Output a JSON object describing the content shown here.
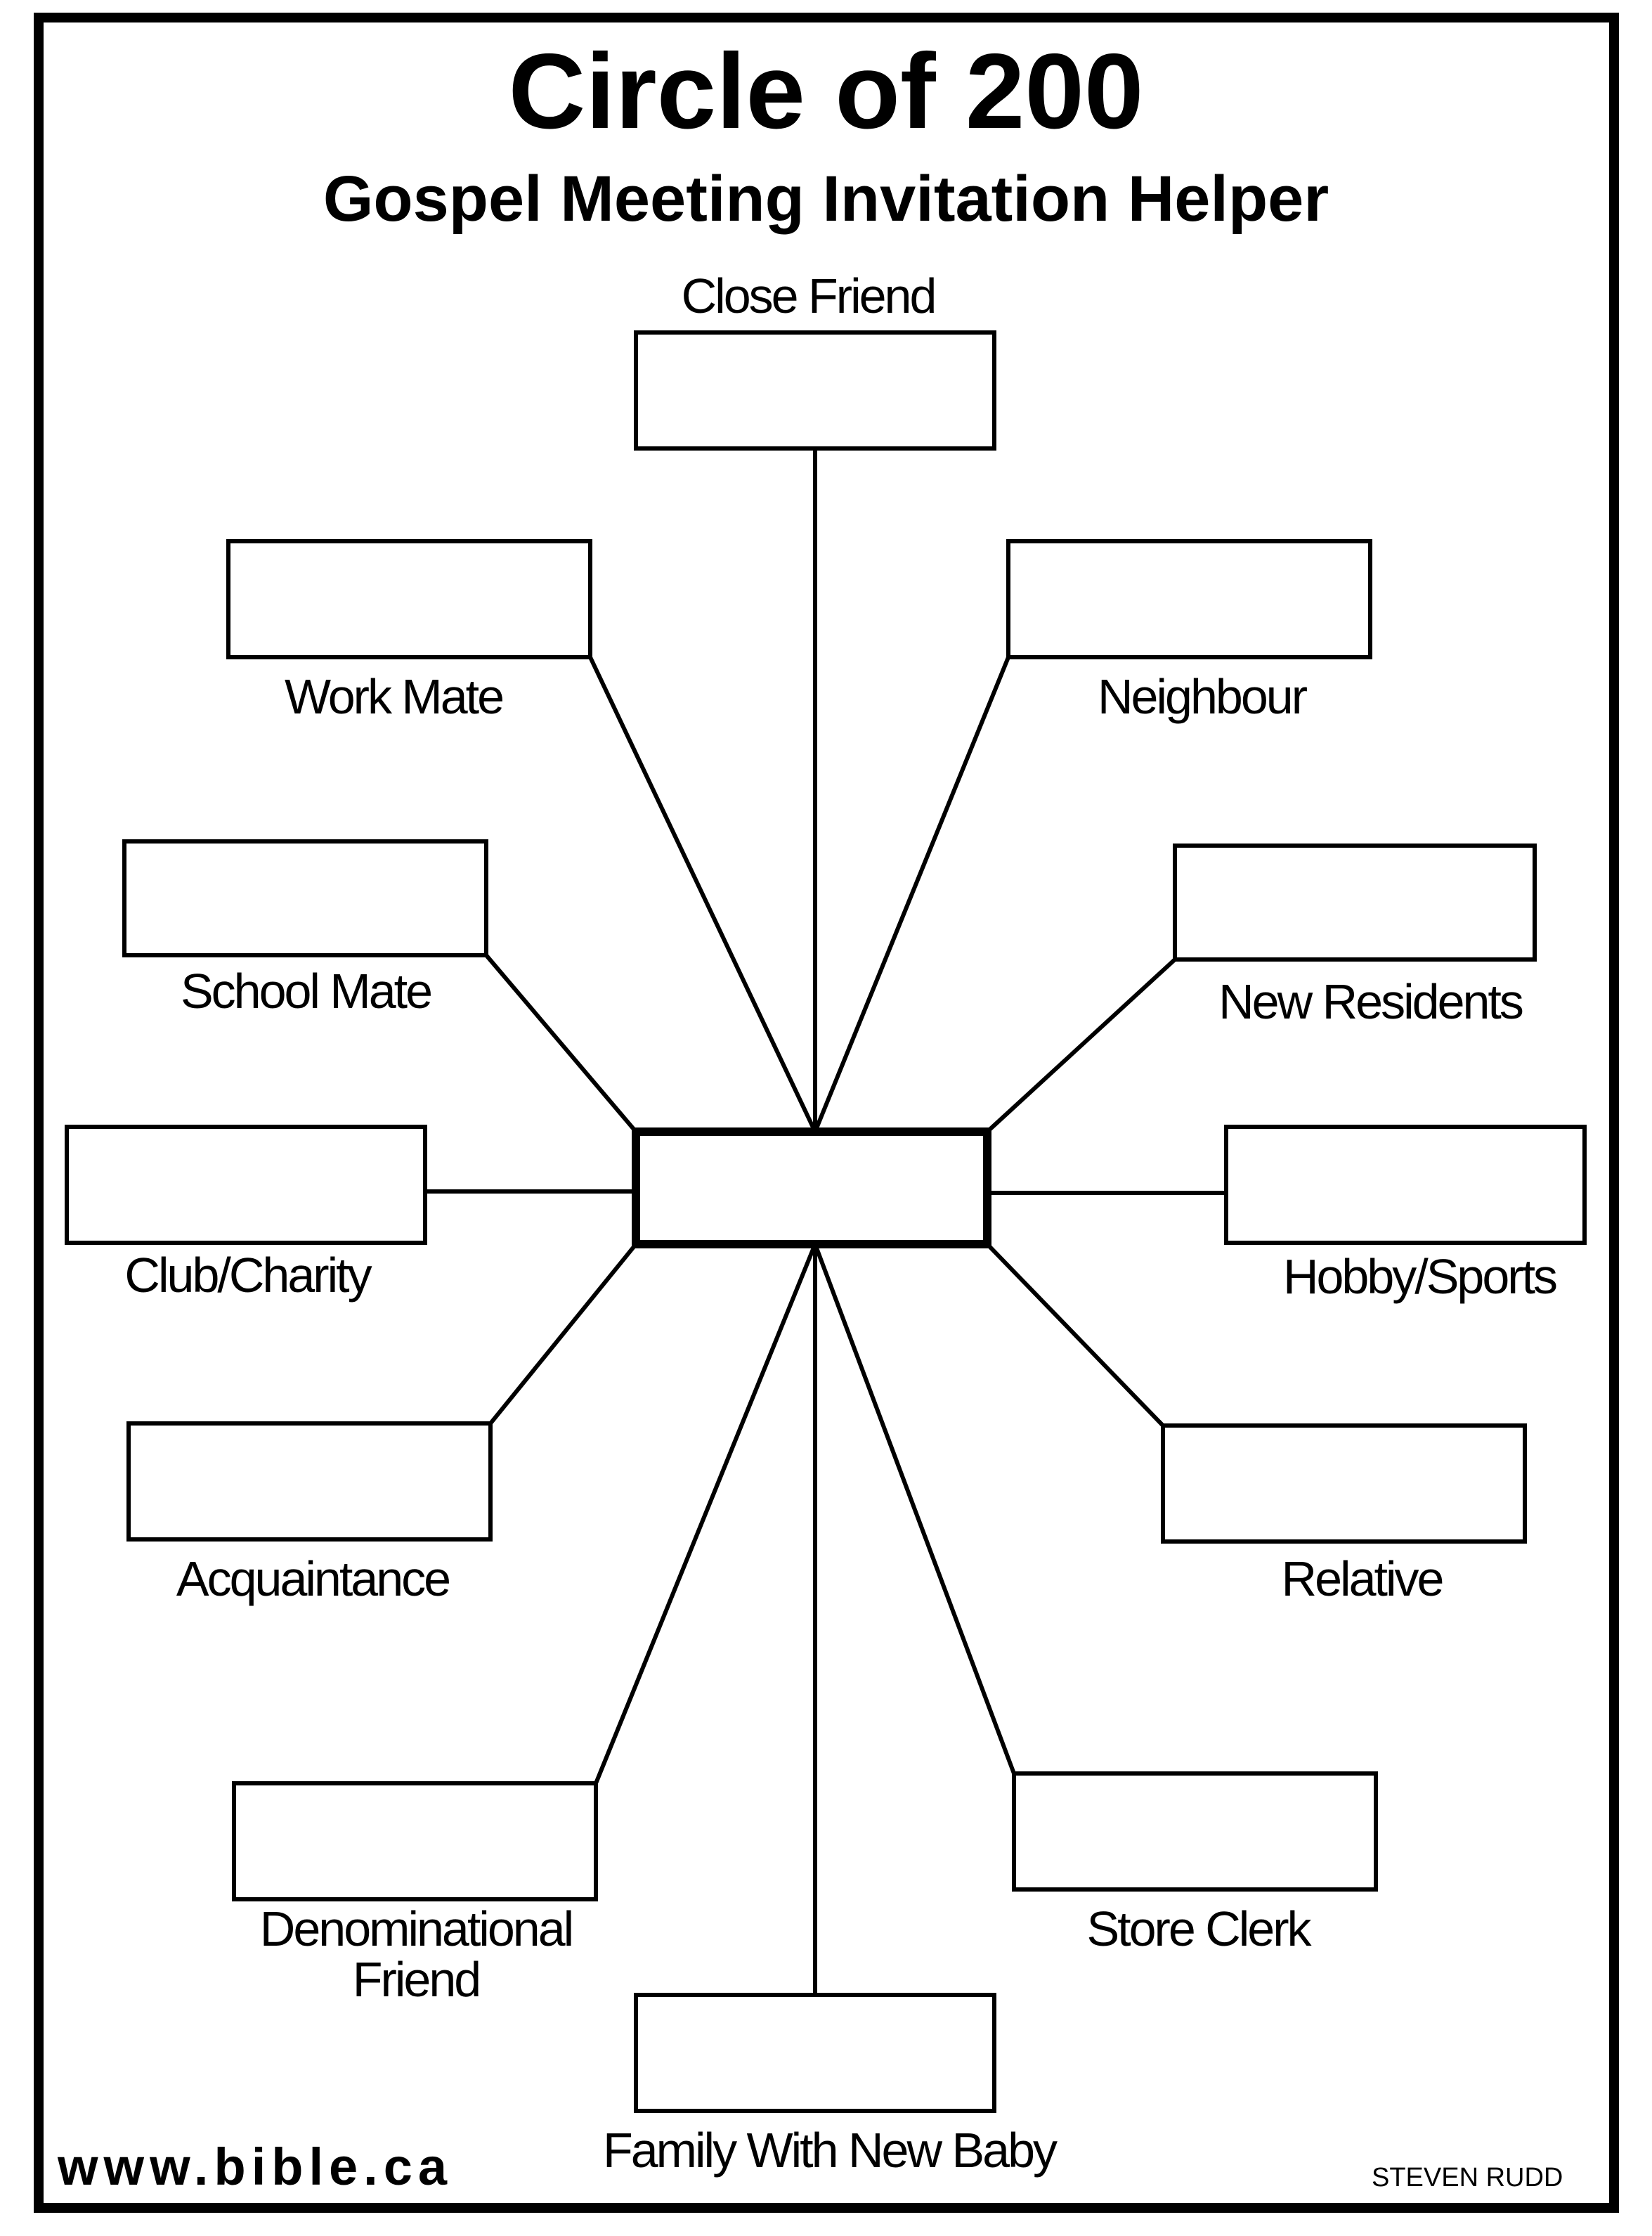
{
  "title": "Circle of 200",
  "subtitle": "Gospel Meeting Invitation Helper",
  "footer": {
    "website": "www.bible.ca",
    "author": "STEVEN RUDD"
  },
  "nodes": [
    {
      "id": "close-friend",
      "label": "Close Friend"
    },
    {
      "id": "work-mate",
      "label": "Work Mate"
    },
    {
      "id": "neighbour",
      "label": "Neighbour"
    },
    {
      "id": "school-mate",
      "label": "School Mate"
    },
    {
      "id": "new-residents",
      "label": "New Residents"
    },
    {
      "id": "club-charity",
      "label": "Club/Charity"
    },
    {
      "id": "hobby-sports",
      "label": "Hobby/Sports"
    },
    {
      "id": "acquaintance",
      "label": "Acquaintance"
    },
    {
      "id": "relative",
      "label": "Relative"
    },
    {
      "id": "denominational-friend",
      "label": "Denominational\nFriend"
    },
    {
      "id": "store-clerk",
      "label": "Store Clerk"
    },
    {
      "id": "family-with-new-baby",
      "label": "Family With New Baby"
    }
  ],
  "edges": [
    {
      "from": "center",
      "to": "close-friend"
    },
    {
      "from": "center",
      "to": "work-mate"
    },
    {
      "from": "center",
      "to": "neighbour"
    },
    {
      "from": "center",
      "to": "school-mate"
    },
    {
      "from": "center",
      "to": "new-residents"
    },
    {
      "from": "center",
      "to": "club-charity"
    },
    {
      "from": "center",
      "to": "hobby-sports"
    },
    {
      "from": "center",
      "to": "acquaintance"
    },
    {
      "from": "center",
      "to": "relative"
    },
    {
      "from": "center",
      "to": "denominational-friend"
    },
    {
      "from": "center",
      "to": "store-clerk"
    },
    {
      "from": "center",
      "to": "family-with-new-baby"
    }
  ]
}
